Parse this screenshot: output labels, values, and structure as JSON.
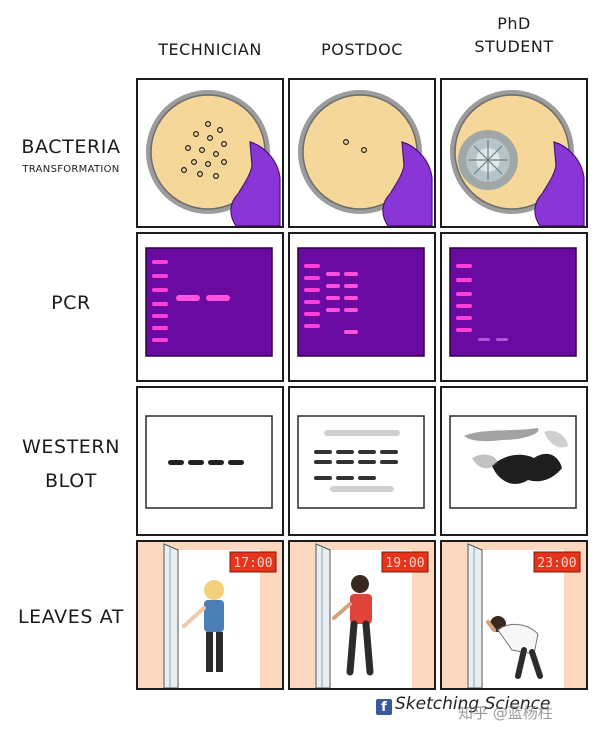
{
  "columns": {
    "technician": "TECHNICIAN",
    "postdoc": "POSTDOC",
    "phd_line1": "PhD",
    "phd_line2": "STUDENT"
  },
  "rows": {
    "bacteria": "BACTERIA",
    "bacteria_sub": "TRANSFORMATION",
    "pcr": "PCR",
    "western_line1": "WESTERN",
    "western_line2": "BLOT",
    "leaves": "LEAVES AT"
  },
  "clocks": {
    "technician": "17:00",
    "postdoc": "19:00",
    "phd": "23:00"
  },
  "footer": {
    "brand": "Sketching Science",
    "watermark": "知乎 @蓝杨柱"
  },
  "colors": {
    "gel_purple": "#6a0aa0",
    "band_pink": "#ff3fd8",
    "agar": "#f6d79a",
    "glove": "#8a35d6",
    "door_wall": "#fbd8bf",
    "clock_red": "#e5331c"
  }
}
